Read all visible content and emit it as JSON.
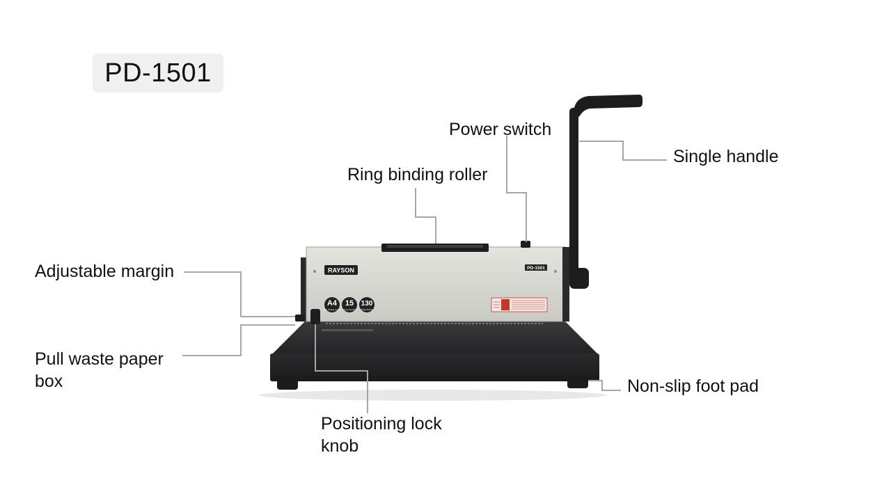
{
  "model": "PD-1501",
  "brand": "RAYSON",
  "panel_model": "PD-1501",
  "badges": [
    {
      "big": "A4",
      "small": "Max. Binding Length"
    },
    {
      "big": "15",
      "small": "Sheets Punching"
    },
    {
      "big": "130",
      "small": "Sheets Binding"
    }
  ],
  "labels": {
    "power_switch": "Power switch",
    "single_handle": "Single handle",
    "ring_binding_roller": "Ring binding roller",
    "adjustable_margin": "Adjustable margin",
    "pull_waste_paper_box_line1": "Pull waste paper",
    "pull_waste_paper_box_line2": "box",
    "positioning_lock_knob_line1": "Positioning lock",
    "positioning_lock_knob_line2": "knob",
    "non_slip_foot_pad": "Non-slip foot pad"
  },
  "colors": {
    "leader_line": "#a6a6a6",
    "machine_base": "#2c2c2e",
    "machine_body": "#d6d7d0",
    "handle": "#1d1d1f",
    "warning": "#c0392b"
  }
}
